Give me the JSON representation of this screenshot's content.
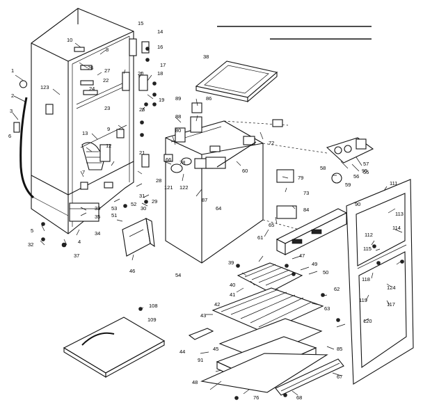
{
  "callouts": [
    {
      "id": "c1",
      "text": "1"
    },
    {
      "id": "c2",
      "text": "2"
    },
    {
      "id": "c3",
      "text": "3"
    },
    {
      "id": "c4",
      "text": "4"
    },
    {
      "id": "c5",
      "text": "5"
    },
    {
      "id": "c6",
      "text": "6"
    },
    {
      "id": "c7",
      "text": "7"
    },
    {
      "id": "c8",
      "text": "8"
    },
    {
      "id": "c9",
      "text": "9"
    },
    {
      "id": "c10",
      "text": "10"
    },
    {
      "id": "c12",
      "text": "12"
    },
    {
      "id": "c13",
      "text": "13"
    },
    {
      "id": "c14",
      "text": "14"
    },
    {
      "id": "c15",
      "text": "15"
    },
    {
      "id": "c16",
      "text": "16"
    },
    {
      "id": "c17",
      "text": "17"
    },
    {
      "id": "c18",
      "text": "18"
    },
    {
      "id": "c19",
      "text": "19"
    },
    {
      "id": "c20",
      "text": "20"
    },
    {
      "id": "c21",
      "text": "21"
    },
    {
      "id": "c22",
      "text": "22"
    },
    {
      "id": "c23",
      "text": "23"
    },
    {
      "id": "c24",
      "text": "24"
    },
    {
      "id": "c25",
      "text": "25"
    },
    {
      "id": "c26",
      "text": "26"
    },
    {
      "id": "c27",
      "text": "27"
    },
    {
      "id": "c28",
      "text": "28"
    },
    {
      "id": "c29",
      "text": "29"
    },
    {
      "id": "c30",
      "text": "30"
    },
    {
      "id": "c31",
      "text": "31"
    },
    {
      "id": "c32",
      "text": "32"
    },
    {
      "id": "c33",
      "text": "33"
    },
    {
      "id": "c34",
      "text": "34"
    },
    {
      "id": "c35",
      "text": "35"
    },
    {
      "id": "c37",
      "text": "37"
    },
    {
      "id": "c38",
      "text": "38"
    },
    {
      "id": "c39",
      "text": "39"
    },
    {
      "id": "c40",
      "text": "40"
    },
    {
      "id": "c41",
      "text": "41"
    },
    {
      "id": "c42",
      "text": "42"
    },
    {
      "id": "c43",
      "text": "43"
    },
    {
      "id": "c44",
      "text": "44"
    },
    {
      "id": "c45",
      "text": "45"
    },
    {
      "id": "c46",
      "text": "46"
    },
    {
      "id": "c47",
      "text": "47"
    },
    {
      "id": "c48",
      "text": "48"
    },
    {
      "id": "c49",
      "text": "49"
    },
    {
      "id": "c50",
      "text": "50"
    },
    {
      "id": "c51",
      "text": "51"
    },
    {
      "id": "c52",
      "text": "52"
    },
    {
      "id": "c53",
      "text": "53"
    },
    {
      "id": "c54",
      "text": "54"
    },
    {
      "id": "c55",
      "text": "55"
    },
    {
      "id": "c56",
      "text": "56"
    },
    {
      "id": "c57",
      "text": "57"
    },
    {
      "id": "c58",
      "text": "58"
    },
    {
      "id": "c59",
      "text": "59"
    },
    {
      "id": "c60",
      "text": "60"
    },
    {
      "id": "c61",
      "text": "61"
    },
    {
      "id": "c62",
      "text": "62"
    },
    {
      "id": "c63",
      "text": "63"
    },
    {
      "id": "c64",
      "text": "64"
    },
    {
      "id": "c65",
      "text": "65"
    },
    {
      "id": "c66",
      "text": "66"
    },
    {
      "id": "c67",
      "text": "67"
    },
    {
      "id": "c68",
      "text": "68"
    },
    {
      "id": "c72",
      "text": "72"
    },
    {
      "id": "c73",
      "text": "73"
    },
    {
      "id": "c76",
      "text": "76"
    },
    {
      "id": "c78",
      "text": "78"
    },
    {
      "id": "c79",
      "text": "79"
    },
    {
      "id": "c80",
      "text": "80"
    },
    {
      "id": "c84",
      "text": "84"
    },
    {
      "id": "c85",
      "text": "85"
    },
    {
      "id": "c86",
      "text": "86"
    },
    {
      "id": "c87",
      "text": "87"
    },
    {
      "id": "c88",
      "text": "88"
    },
    {
      "id": "c89",
      "text": "89"
    },
    {
      "id": "c90",
      "text": "90"
    },
    {
      "id": "c91",
      "text": "91"
    },
    {
      "id": "c95",
      "text": "95"
    },
    {
      "id": "c108",
      "text": "108"
    },
    {
      "id": "c109",
      "text": "109"
    },
    {
      "id": "c111",
      "text": "111"
    },
    {
      "id": "c112",
      "text": "112"
    },
    {
      "id": "c113",
      "text": "113"
    },
    {
      "id": "c114",
      "text": "114"
    },
    {
      "id": "c115",
      "text": "115"
    },
    {
      "id": "c117",
      "text": "117"
    },
    {
      "id": "c118",
      "text": "118"
    },
    {
      "id": "c119",
      "text": "119"
    },
    {
      "id": "c120",
      "text": "120"
    },
    {
      "id": "c121",
      "text": "121"
    },
    {
      "id": "c122",
      "text": "122"
    },
    {
      "id": "c123",
      "text": "123"
    },
    {
      "id": "c124",
      "text": "124"
    }
  ]
}
